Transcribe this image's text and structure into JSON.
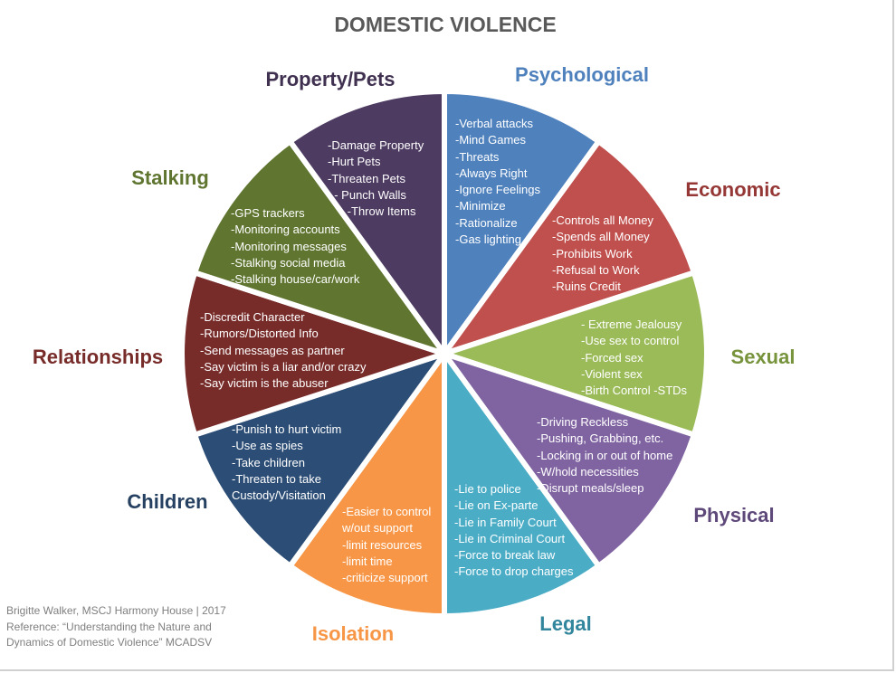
{
  "title": "DOMESTIC VIOLENCE",
  "categories": [
    {
      "label": "Psychological",
      "color": "#4f81bd",
      "label_color": "#4f81bd",
      "items": [
        "-Verbal attacks",
        "-Mind Games",
        "-Threats",
        "-Always Right",
        "-Ignore Feelings",
        "-Minimize",
        "-Rationalize",
        "-Gas lighting"
      ]
    },
    {
      "label": "Economic",
      "color": "#c0504d",
      "label_color": "#953735",
      "items": [
        "-Controls all Money",
        "-Spends all Money",
        "-Prohibits Work",
        "-Refusal to Work",
        "-Ruins Credit"
      ]
    },
    {
      "label": "Sexual",
      "color": "#9bbb59",
      "label_color": "#77933c",
      "items": [
        "- Extreme Jealousy",
        "-Use sex to control",
        "-Forced sex",
        "-Violent sex",
        "-Birth Control -STDs"
      ]
    },
    {
      "label": "Physical",
      "color": "#8064a2",
      "label_color": "#5f497a",
      "items": [
        "-Driving Reckless",
        "-Pushing, Grabbing, etc.",
        "-Locking in or out of home",
        "-W/hold necessities",
        "-Disrupt meals/sleep"
      ]
    },
    {
      "label": "Legal",
      "color": "#4bacc6",
      "label_color": "#31859c",
      "items": [
        "-Lie to police",
        "-Lie on Ex-parte",
        "-Lie in Family Court",
        "-Lie in Criminal Court",
        "-Force to break law",
        "-Force to drop charges"
      ]
    },
    {
      "label": "Isolation",
      "color": "#f79646",
      "label_color": "#f79646",
      "items": [
        "-Easier to control",
        "w/out support",
        "-limit resources",
        "-limit time",
        "-criticize support"
      ]
    },
    {
      "label": "Children",
      "color": "#2c4d75",
      "label_color": "#254061",
      "items": [
        "-Punish to hurt victim",
        "-Use as spies",
        "-Take children",
        "-Threaten to take",
        "Custody/Visitation"
      ]
    },
    {
      "label": "Relationships",
      "color": "#772c2a",
      "label_color": "#772c2a",
      "items": [
        "-Discredit Character",
        "-Rumors/Distorted Info",
        "-Send messages as partner",
        "-Say victim is a liar and/or crazy",
        "-Say victim is the abuser"
      ]
    },
    {
      "label": "Stalking",
      "color": "#5f7530",
      "label_color": "#5f7530",
      "items": [
        "-GPS trackers",
        "-Monitoring accounts",
        "-Monitoring messages",
        "-Stalking social media",
        "-Stalking house/car/work"
      ]
    },
    {
      "label": "Property/Pets",
      "color": "#4d3b62",
      "label_color": "#403151",
      "items": [
        "-Damage Property",
        "-Hurt Pets",
        "-Threaten Pets",
        "  - Punch Walls",
        "      -Throw Items"
      ]
    }
  ],
  "credit": [
    "Brigitte Walker, MSCJ Harmony House | 2017",
    "Reference: “Understanding the Nature and",
    "Dynamics of Domestic Violence”  MCADSV"
  ]
}
